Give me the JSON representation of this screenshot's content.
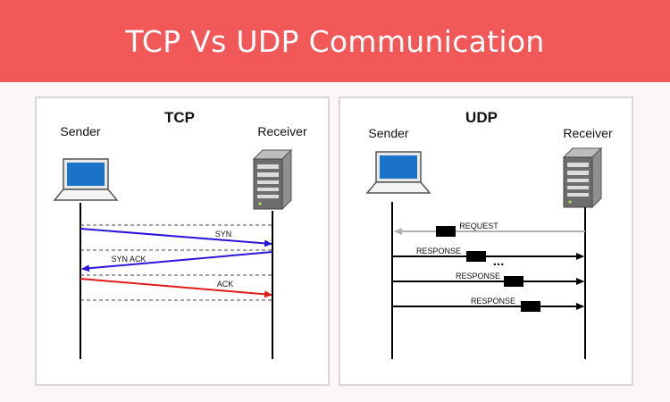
{
  "banner": {
    "title": "TCP Vs UDP Communication",
    "color": "#f25858"
  },
  "tcp": {
    "title": "TCP",
    "sender_label": "Sender",
    "receiver_label": "Receiver",
    "messages": [
      {
        "label": "SYN",
        "direction": "sender-to-receiver",
        "color": "#2a16d9"
      },
      {
        "label": "SYN ACK",
        "direction": "receiver-to-sender",
        "color": "#2a16d9"
      },
      {
        "label": "ACK",
        "direction": "sender-to-receiver",
        "color": "#e11b1b"
      }
    ]
  },
  "udp": {
    "title": "UDP",
    "sender_label": "Sender",
    "receiver_label": "Receiver",
    "request": {
      "label": "REQUEST",
      "direction": "receiver-to-sender",
      "color": "#b0b0b0"
    },
    "responses": [
      {
        "label": "RESPONSE",
        "direction": "sender-to-receiver",
        "color": "#000000"
      },
      {
        "label": "RESPONSE",
        "direction": "sender-to-receiver",
        "color": "#000000"
      },
      {
        "label": "RESPONSE",
        "direction": "sender-to-receiver",
        "color": "#000000"
      }
    ],
    "ellipsis": "..."
  },
  "icons": {
    "sender": "laptop-icon",
    "receiver": "server-icon"
  }
}
